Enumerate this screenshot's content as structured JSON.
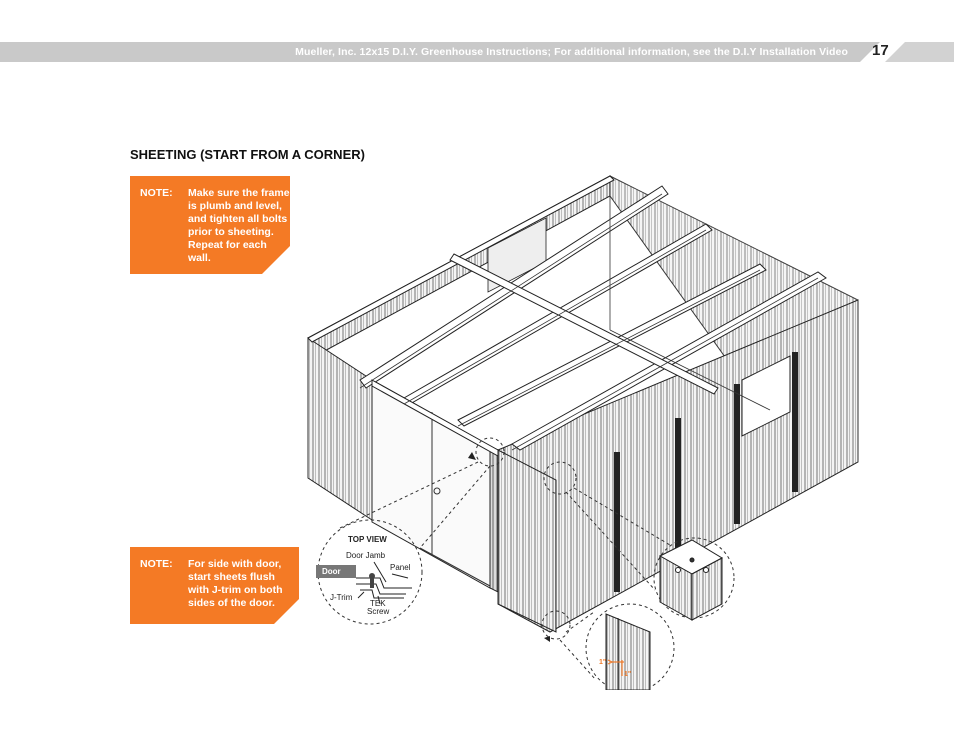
{
  "header": {
    "text": "Mueller, Inc. 12x15 D.I.Y. Greenhouse Instructions; For additional information, see the D.I.Y Installation Video",
    "page_number": "17"
  },
  "section": {
    "title": "SHEETING (START FROM A CORNER)"
  },
  "notes": [
    {
      "label": "NOTE:",
      "text": "Make sure the frame is plumb and level, and tighten all bolts prior to sheeting. Repeat for each wall."
    },
    {
      "label": "NOTE:",
      "text": "For side with door, start sheets flush with J-trim on both sides of the door."
    }
  ],
  "detail": {
    "title": "TOP VIEW",
    "door_jamb": "Door Jamb",
    "door": "Door",
    "panel": "Panel",
    "j_trim": "J-Trim",
    "tek_screw_1": "TEK",
    "tek_screw_2": "Screw",
    "dim_1": "1\"",
    "dim_2": "1\""
  },
  "colors": {
    "accent": "#f47a25",
    "header_band": "#c9c9c9",
    "door_tag": "#777777"
  }
}
